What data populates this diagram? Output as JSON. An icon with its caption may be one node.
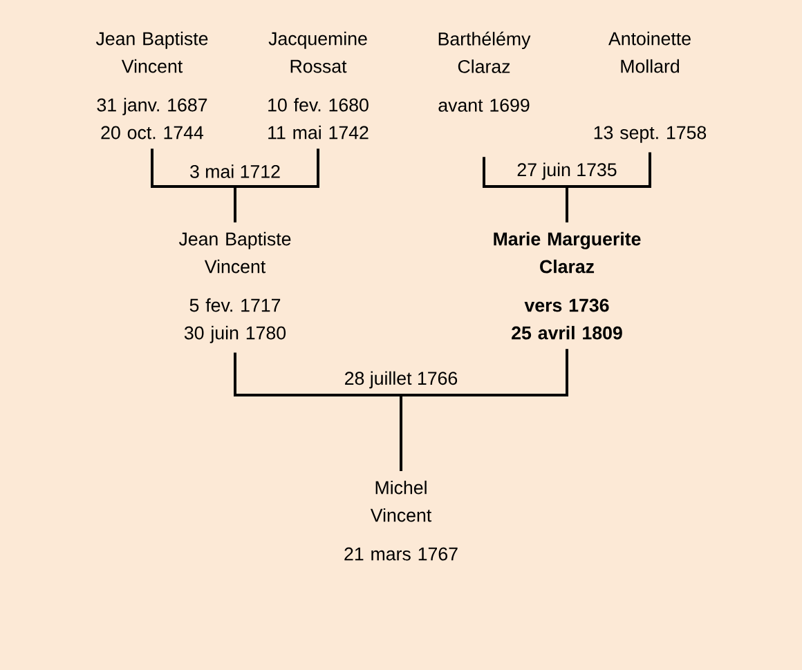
{
  "diagram": {
    "nodes": [
      {
        "text": [
          "Jean Baptiste Vincent",
          "31 janv. 1687",
          "20 oct. 1744"
        ]
      },
      {
        "text": [
          "Jacquemine Rossat",
          "10 fev. 1680",
          "11 mai 1742"
        ]
      },
      {
        "text": [
          "Barthélémy Claraz",
          "avant 1699"
        ]
      },
      {
        "text": [
          "Antoinette Mollard",
          "13 sept. 1758"
        ]
      },
      {
        "text": [
          "Jean Baptiste Vincent",
          "5 fev. 1717",
          "30 juin 1780"
        ]
      },
      {
        "text": [
          "Marie Marguerite Claraz",
          "vers 1736",
          "25 avril 1809"
        ]
      },
      {
        "text": [
          "Michel Vincent",
          "21 mars 1767"
        ]
      }
    ],
    "edges": [
      {
        "from": 0,
        "to": 4,
        "arrow": "none",
        "label": "3 mai 1712"
      },
      {
        "from": 1,
        "to": 4,
        "arrow": "none"
      },
      {
        "from": 2,
        "to": 5,
        "arrow": "none",
        "label": "27 juin 1735"
      },
      {
        "from": 3,
        "to": 5,
        "arrow": "none"
      },
      {
        "from": 4,
        "to": 6,
        "arrow": "none",
        "label": "28 juillet 1766"
      },
      {
        "from": 5,
        "to": 6,
        "arrow": "none"
      }
    ]
  }
}
